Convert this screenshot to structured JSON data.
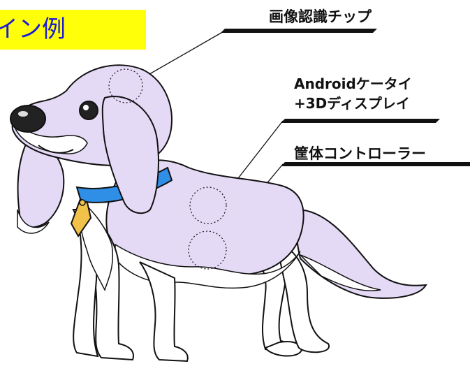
{
  "title": "イン例",
  "labels": {
    "chip": "画像認識チップ",
    "phone_line1": "Androidケータイ",
    "phone_line2": "+3Dディスプレイ",
    "body_controller": "筐体コントローラー"
  },
  "colors": {
    "title_bg": "#ffff0a",
    "title_text": "#1b1bd6",
    "fur": "#e5daf6",
    "collar": "#2f8ee6",
    "tag": "#f0c24a"
  }
}
